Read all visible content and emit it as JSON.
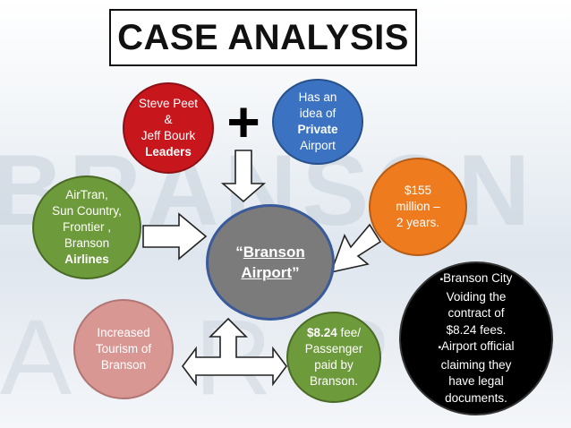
{
  "title": "CASE ANALYSIS",
  "background_watermark": "BRANSON AIRPORT",
  "nodes": {
    "leaders": {
      "line1": "Steve Peet",
      "line2": "&",
      "line3": "Jeff Bourk",
      "line4": "Leaders"
    },
    "plus_sign": "+",
    "private_airport": {
      "line1": "Has an",
      "line2": "idea of",
      "line3": "Private",
      "line4": "Airport"
    },
    "airlines": {
      "line1": "AirTran,",
      "line2": "Sun Country,",
      "line3": "Frontier ,",
      "line4": "Branson",
      "line5": "Airlines"
    },
    "cost": {
      "line1": "$155",
      "line2": "million –",
      "line3": "2 years."
    },
    "center": {
      "quote_open": "“",
      "line1": "Branson",
      "line2": "Airport",
      "quote_close": "”"
    },
    "tourism": {
      "line1": "Increased",
      "line2": "Tourism of",
      "line3": "Branson"
    },
    "fee": {
      "amount": "$8.24",
      "line1_rest": " fee/",
      "line2": "Passenger",
      "line3": "paid by",
      "line4": "Branson."
    },
    "issues": {
      "bullet": "▪",
      "items": [
        [
          "Branson City",
          "Voiding the",
          "contract of",
          "$8.24 fees."
        ],
        [
          "Airport official",
          "claiming they",
          "have legal",
          "documents."
        ]
      ]
    }
  },
  "colors": {
    "red": "#c8161d",
    "blue": "#3b73c2",
    "green": "#6d9a3a",
    "orange": "#ee7b1d",
    "gray": "#7b7b7b",
    "pink": "#d99794",
    "black": "#000000"
  }
}
